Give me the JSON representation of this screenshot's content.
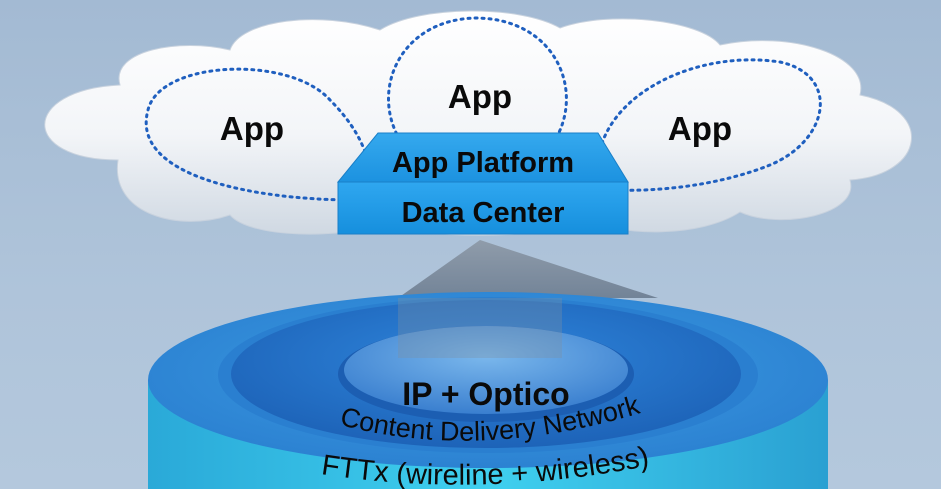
{
  "diagram": {
    "apps": {
      "left": "App",
      "center": "App",
      "right": "App"
    },
    "platform": {
      "line1": "App Platform",
      "line2": "Data Center"
    },
    "core": "IP + Optico",
    "ring_middle": "Content Delivery Network",
    "ring_outer": "FTTx (wireline + wireless)"
  }
}
